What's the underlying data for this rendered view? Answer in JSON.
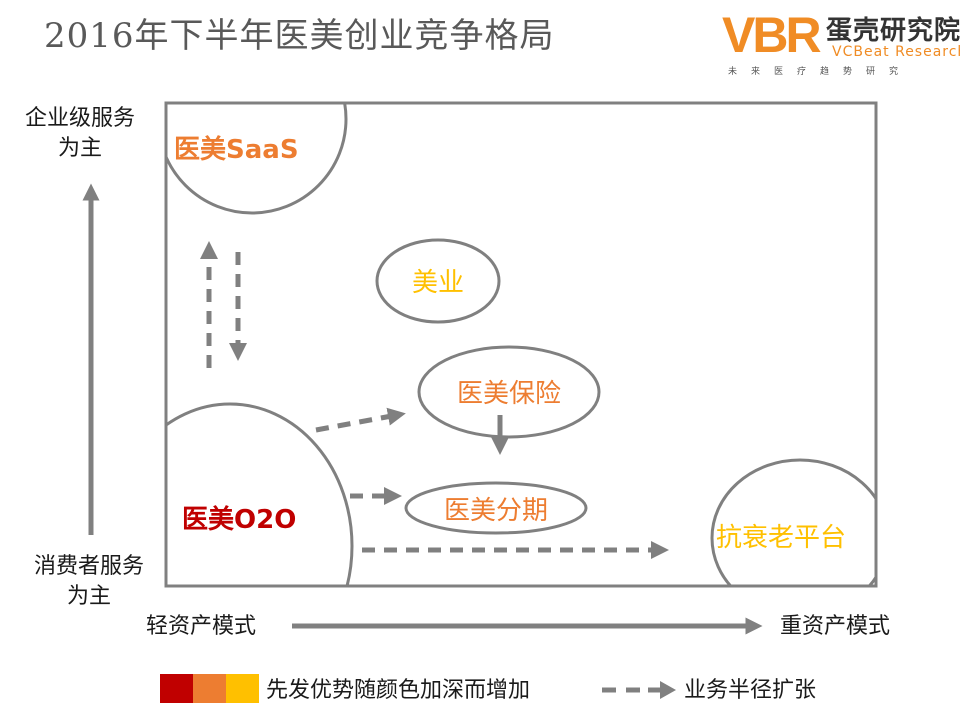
{
  "title": "2016年下半年医美创业竞争格局",
  "logo": {
    "mark": "VBR",
    "name_cn": "蛋壳研究院",
    "name_en": "VCBeat Research",
    "tagline": "未来医疗趋势研究"
  },
  "axes": {
    "top": "企业级服务\n为主",
    "bottom": "消费者服务\n为主",
    "left": "轻资产模式",
    "right": "重资产模式"
  },
  "nodes": {
    "saas": "医美SaaS",
    "beauty": "美业",
    "insurance": "医美保险",
    "installment": "医美分期",
    "o2o": "医美O2O",
    "antiaging": "抗衰老平台"
  },
  "legend": {
    "colors_text": "先发优势随颜色加深而增加",
    "arrow_text": "业务半径扩张",
    "swatches": [
      "#c00000",
      "#ed7d31",
      "#ffc000"
    ]
  },
  "colors": {
    "frame": "#808080",
    "dark_red": "#c00000",
    "orange": "#ed7d31",
    "yellow": "#ffc000"
  }
}
